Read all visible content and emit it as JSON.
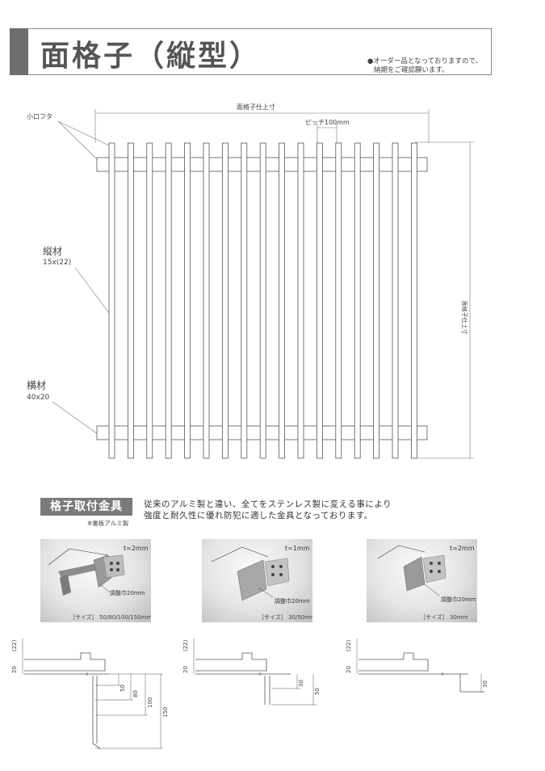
{
  "header": {
    "title": "面格子（縦型）",
    "note_line1": "●オーダー品となっておりますので、",
    "note_line2": "納期をご確認願います。"
  },
  "diagram": {
    "cap_label": "小口フタ",
    "width_label": "面格子仕上寸",
    "pitch_label": "ピッチ100mm",
    "height_label": "面格子仕上寸",
    "vertical_label": "縦材",
    "vertical_size": "15x(22)",
    "horizontal_label": "横材",
    "horizontal_size": "40x20",
    "bar_count": 17
  },
  "brackets": {
    "section_title": "格子取付金具",
    "section_note": "※裏板アルミ製",
    "description_line1": "従来のアルミ製と違い、全てをステンレス製に変える事により",
    "description_line2": "強度と耐久性に優れ防犯に適した金具となっております。",
    "items": [
      {
        "thickness": "t=2mm",
        "adjust": "調整巾20mm",
        "size": "［サイズ］ 50/80/100/150mm"
      },
      {
        "thickness": "t=1mm",
        "adjust": "調整巾20mm",
        "size": "［サイズ］ 30/50mm"
      },
      {
        "thickness": "t=2mm",
        "adjust": "調整巾20mm",
        "size": "［サイズ］ 30mm"
      }
    ]
  },
  "sections": [
    {
      "top_dim": "(22)",
      "base_dim": "20",
      "dims": [
        "50",
        "80",
        "100",
        "150"
      ]
    },
    {
      "top_dim": "(22)",
      "base_dim": "20",
      "dims": [
        "30",
        "50"
      ]
    },
    {
      "top_dim": "(22)",
      "base_dim": "20",
      "dims": [
        "30"
      ]
    }
  ]
}
